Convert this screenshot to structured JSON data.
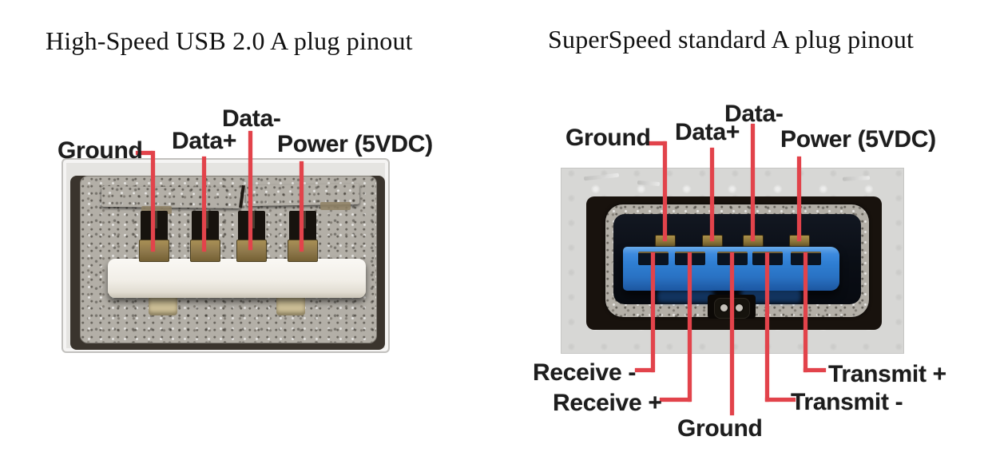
{
  "left": {
    "title": "High-Speed USB 2.0 A plug pinout",
    "pin_labels": {
      "ground": "Ground",
      "data_plus": "Data+",
      "data_minus": "Data-",
      "power": "Power (5VDC)"
    }
  },
  "right": {
    "title": "SuperSpeed standard A plug pinout",
    "top_pin_labels": {
      "ground": "Ground",
      "data_plus": "Data+",
      "data_minus": "Data-",
      "power": "Power (5VDC)"
    },
    "bottom_pin_labels": {
      "receive_minus": "Receive -",
      "receive_plus": "Receive +",
      "ground": "Ground",
      "transmit_plus": "Transmit +",
      "transmit_minus": "Transmit -"
    }
  },
  "colors": {
    "leader_line": "#e2434b",
    "usb3_tongue_blue": "#2e7ed2",
    "usb2_tongue_white": "#f4f1ea",
    "contact_gold": "#8d774a",
    "metal_shell": "#b3afa7"
  }
}
